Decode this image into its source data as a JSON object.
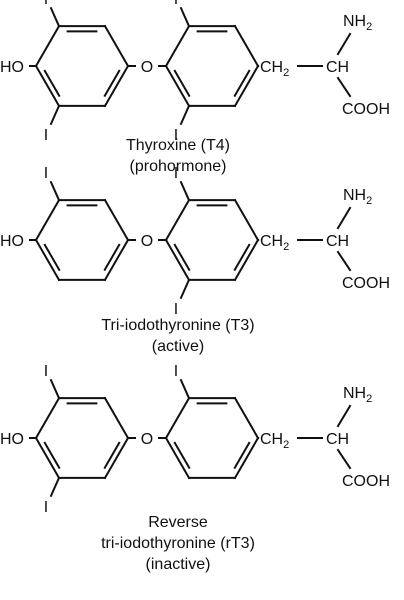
{
  "structures": [
    {
      "outer_iodines": 2,
      "inner_iodines": 2,
      "caption": [
        "Thyroxine (T4)",
        "(prohormone)"
      ]
    },
    {
      "outer_iodines": 1,
      "inner_iodines": 2,
      "caption": [
        "Tri-iodothyronine (T3)",
        "(active)"
      ]
    },
    {
      "outer_iodines": 2,
      "inner_iodines": 1,
      "caption": [
        "Reverse",
        "tri-iodothyronine (rT3)",
        "(inactive)"
      ]
    }
  ],
  "labels": {
    "iodine": "I",
    "hydroxyl": "HO",
    "ether_oxygen": "O",
    "methylene_main": "CH",
    "methylene_sub": "2",
    "alpha_carbon": "CH",
    "amine_main": "NH",
    "amine_sub": "2",
    "carboxyl": "COOH"
  }
}
